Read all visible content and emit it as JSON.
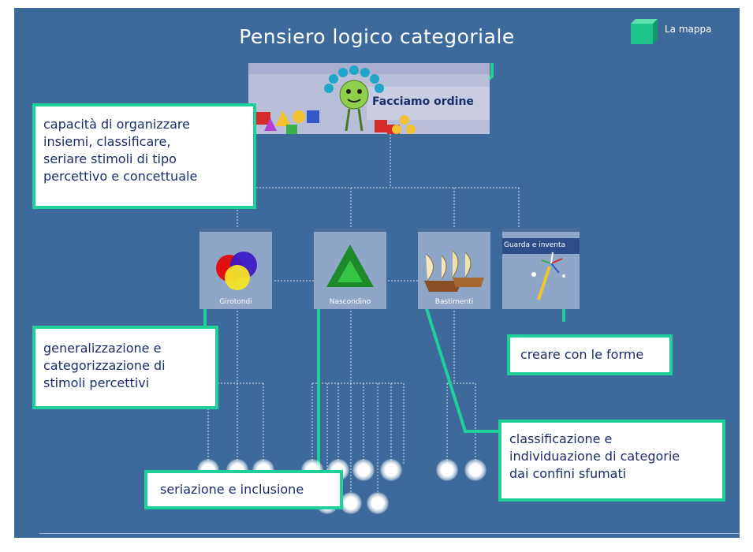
{
  "slide": {
    "title": "Pensiero logico categoriale",
    "map_link_label": "La mappa",
    "header_image_label": "Facciamo ordine"
  },
  "tiles": [
    {
      "label": "Girotondi"
    },
    {
      "label": "Nascondino"
    },
    {
      "label": "Bastimenti"
    },
    {
      "label": "Guarda e inventa"
    }
  ],
  "callouts": {
    "organize": "capacità di  organizzare\ninsiemi, classificare,\nseriare stimoli di tipo\npercettivo e concettuale",
    "generalize": "generalizzazione e\ncategorizzazione di\nstimoli percettivi",
    "create": "creare con le forme",
    "classify": "classificazione e\nindividuazione di categorie\ndai confini sfumati",
    "seriation": "seriazione e inclusione"
  },
  "colors": {
    "background": "#3d6a9a",
    "accent": "#1fd09b",
    "callout_text": "#1a2e6b"
  },
  "icons": {
    "map_link": "green-cube-icon",
    "girotondi": "overlapping-circles-icon",
    "nascondino": "green-triangle-icon",
    "bastimenti": "sailing-ship-icon",
    "guarda_e_inventa": "magic-wand-icon"
  }
}
